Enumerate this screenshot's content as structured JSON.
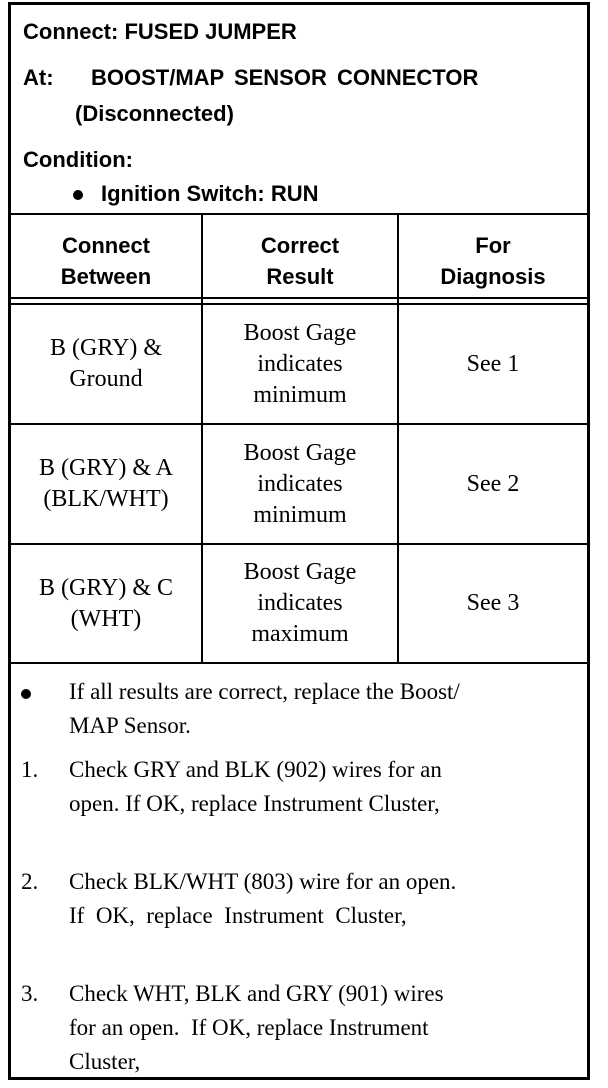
{
  "header": {
    "connect": "Connect: FUSED JUMPER",
    "at_label": "At:",
    "at_value": "BOOST/MAP SENSOR CONNECTOR",
    "at_note": "(Disconnected)",
    "condition_label": "Condition:",
    "condition_item": "Ignition Switch: RUN"
  },
  "table": {
    "columns": [
      [
        "Connect",
        "Between"
      ],
      [
        "Correct",
        "Result"
      ],
      [
        "For",
        "Diagnosis"
      ]
    ],
    "rows": [
      {
        "between": [
          "B (GRY) &",
          "Ground"
        ],
        "result": [
          "Boost Gage",
          "indicates",
          "minimum"
        ],
        "diagnosis": "See 1"
      },
      {
        "between": [
          "B (GRY) & A",
          "(BLK/WHT)"
        ],
        "result": [
          "Boost Gage",
          "indicates",
          "minimum"
        ],
        "diagnosis": "See 2"
      },
      {
        "between": [
          "B (GRY) & C",
          "(WHT)"
        ],
        "result": [
          "Boost Gage",
          "indicates",
          "maximum"
        ],
        "diagnosis": "See 3"
      }
    ]
  },
  "notes": {
    "bullet": [
      "If all results are correct, replace the Boost/",
      "MAP Sensor."
    ],
    "items": [
      {
        "num": "1.",
        "lines": [
          "Check GRY and BLK (902) wires for an",
          "open.  If OK, replace Instrument Cluster,"
        ]
      },
      {
        "num": "2.",
        "lines": [
          "Check BLK/WHT (803) wire for an open.",
          "If  OK,  replace  Instrument  Cluster,"
        ]
      },
      {
        "num": "3.",
        "lines": [
          "Check WHT, BLK and GRY (901) wires",
          "for an open.  If OK, replace Instrument",
          "Cluster,"
        ]
      }
    ]
  }
}
